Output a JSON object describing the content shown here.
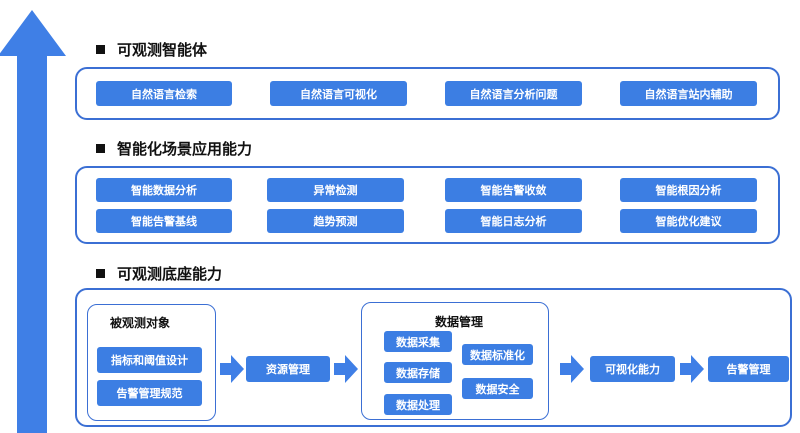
{
  "sections": {
    "agent": {
      "title": "可观测智能体",
      "items": [
        "自然语言检索",
        "自然语言可视化",
        "自然语言分析问题",
        "自然语言站内辅助"
      ]
    },
    "scenario": {
      "title": "智能化场景应用能力",
      "row1": [
        "智能数据分析",
        "异常检测",
        "智能告警收敛",
        "智能根因分析"
      ],
      "row2": [
        "智能告警基线",
        "趋势预测",
        "智能日志分析",
        "智能优化建议"
      ]
    },
    "base": {
      "title": "可观测底座能力",
      "observed": {
        "title": "被观测对象",
        "items": [
          "指标和阈值设计",
          "告警管理规范"
        ]
      },
      "resource": "资源管理",
      "data_mgmt": {
        "title": "数据管理",
        "left": [
          "数据采集",
          "数据存储",
          "数据处理"
        ],
        "right": [
          "数据标准化",
          "数据安全"
        ]
      },
      "visual": "可视化能力",
      "alert": "告警管理"
    }
  },
  "colors": {
    "chip": "#3c7ee3",
    "border": "#3b6fd4",
    "arrow": "#3f7fe6",
    "text": "#111111"
  }
}
